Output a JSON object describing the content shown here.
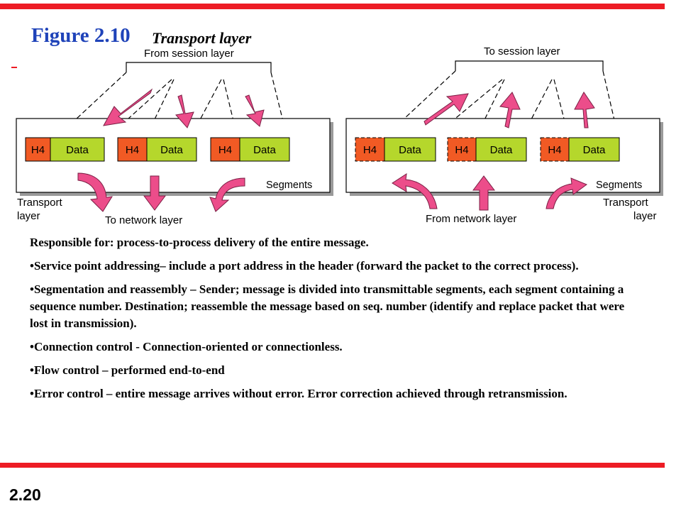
{
  "slide": {
    "title": "Figure 2.10",
    "subtitle": "Transport layer",
    "page_number": "2.20"
  },
  "diagram": {
    "sender": {
      "top_label": "From session layer",
      "box_label": "Segments",
      "side_label_line1": "Transport",
      "side_label_line2": "layer",
      "bottom_label": "To network layer",
      "segments": [
        {
          "header": "H4",
          "data": "Data"
        },
        {
          "header": "H4",
          "data": "Data"
        },
        {
          "header": "H4",
          "data": "Data"
        }
      ]
    },
    "receiver": {
      "top_label": "To session layer",
      "box_label": "Segments",
      "side_label_line1": "Transport",
      "side_label_line2": "layer",
      "bottom_label": "From network layer",
      "segments": [
        {
          "header": "H4",
          "data": "Data"
        },
        {
          "header": "H4",
          "data": "Data"
        },
        {
          "header": "H4",
          "data": "Data"
        }
      ]
    },
    "colors": {
      "header_fill": "#f15a24",
      "data_fill": "#b5d72c",
      "arrow_fill": "#ec4d8a",
      "rule_red": "#ed1c24",
      "title_blue": "#1f43b9"
    }
  },
  "content": {
    "intro": "Responsible for: process-to-process delivery of the entire message.",
    "bullets": [
      "•Service point addressing– include a port address in the header (forward the packet to the correct process).",
      "•Segmentation and reassembly – Sender; message is divided into transmittable segments, each segment containing a sequence number. Destination; reassemble the message based on seq. number (identify and replace packet that were lost in transmission).",
      "•Connection control - Connection-oriented or connectionless.",
      "•Flow control – performed end-to-end",
      "•Error control – entire message arrives without error. Error correction achieved through retransmission."
    ]
  }
}
